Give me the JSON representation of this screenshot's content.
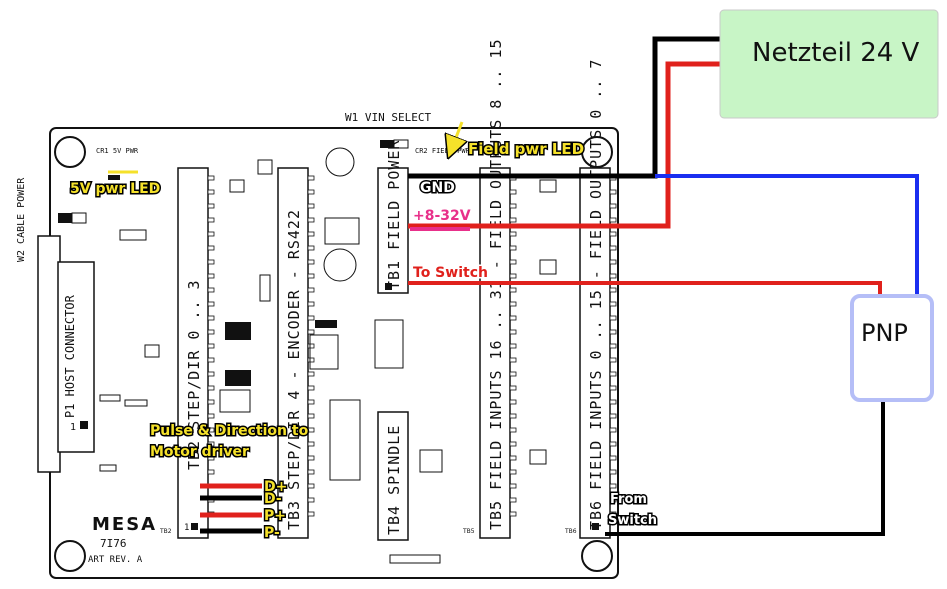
{
  "power_supply": {
    "label": "Netzteil 24 V",
    "fill": "#c8f5c6"
  },
  "pnp": {
    "label": "PNP",
    "border": "#b5bef7"
  },
  "board": {
    "top_label": "W1 VIN SELECT",
    "side_label": "W2 CABLE POWER",
    "cr1_label": "CR1 5V PWR",
    "cr2_label": "CR2 FIELD PWR",
    "host_connector": "P1 HOST CONNECTOR",
    "host_pin": "1",
    "tb1": "TB1 FIELD POWER",
    "tb2": "TB2 STEP/DIR 0 .. 3",
    "tb3": "TB3 STEP/DIR 4 - ENCODER - RS422",
    "tb4": "TB4 SPINDLE",
    "tb5": "TB5 FIELD INPUTS 16 .. 31 - FIELD OUTPUTS 8 .. 15",
    "tb6": "TB6 FIELD INPUTS 0 .. 15 - FIELD OUTPUTS 0 .. 7",
    "logo": "MESA",
    "model": "7I76",
    "rev": "ART REV. A",
    "pin1": "1",
    "tb2_pin": "TB2",
    "tb5_pin": "TB5",
    "tb6_pin": "TB6"
  },
  "annotations": {
    "field_pwr_led": "Field pwr LED",
    "pwr_led_5v": "5V pwr LED",
    "gnd": "GND",
    "vin": "+8-32V",
    "to_switch": "To Switch",
    "pulse_direction_line1": "Pulse & Direction to",
    "pulse_direction_line2": "Motor driver",
    "d_plus": "D+",
    "d_minus": "D-",
    "p_plus": "P+",
    "p_minus": "P-",
    "from_switch_line1": "From",
    "from_switch_line2": "Switch"
  },
  "colors": {
    "red_wire": "#e0211c",
    "black_wire": "#000000",
    "blue_wire": "#1a2ef0",
    "annotation_yellow": "#f5e12a"
  }
}
